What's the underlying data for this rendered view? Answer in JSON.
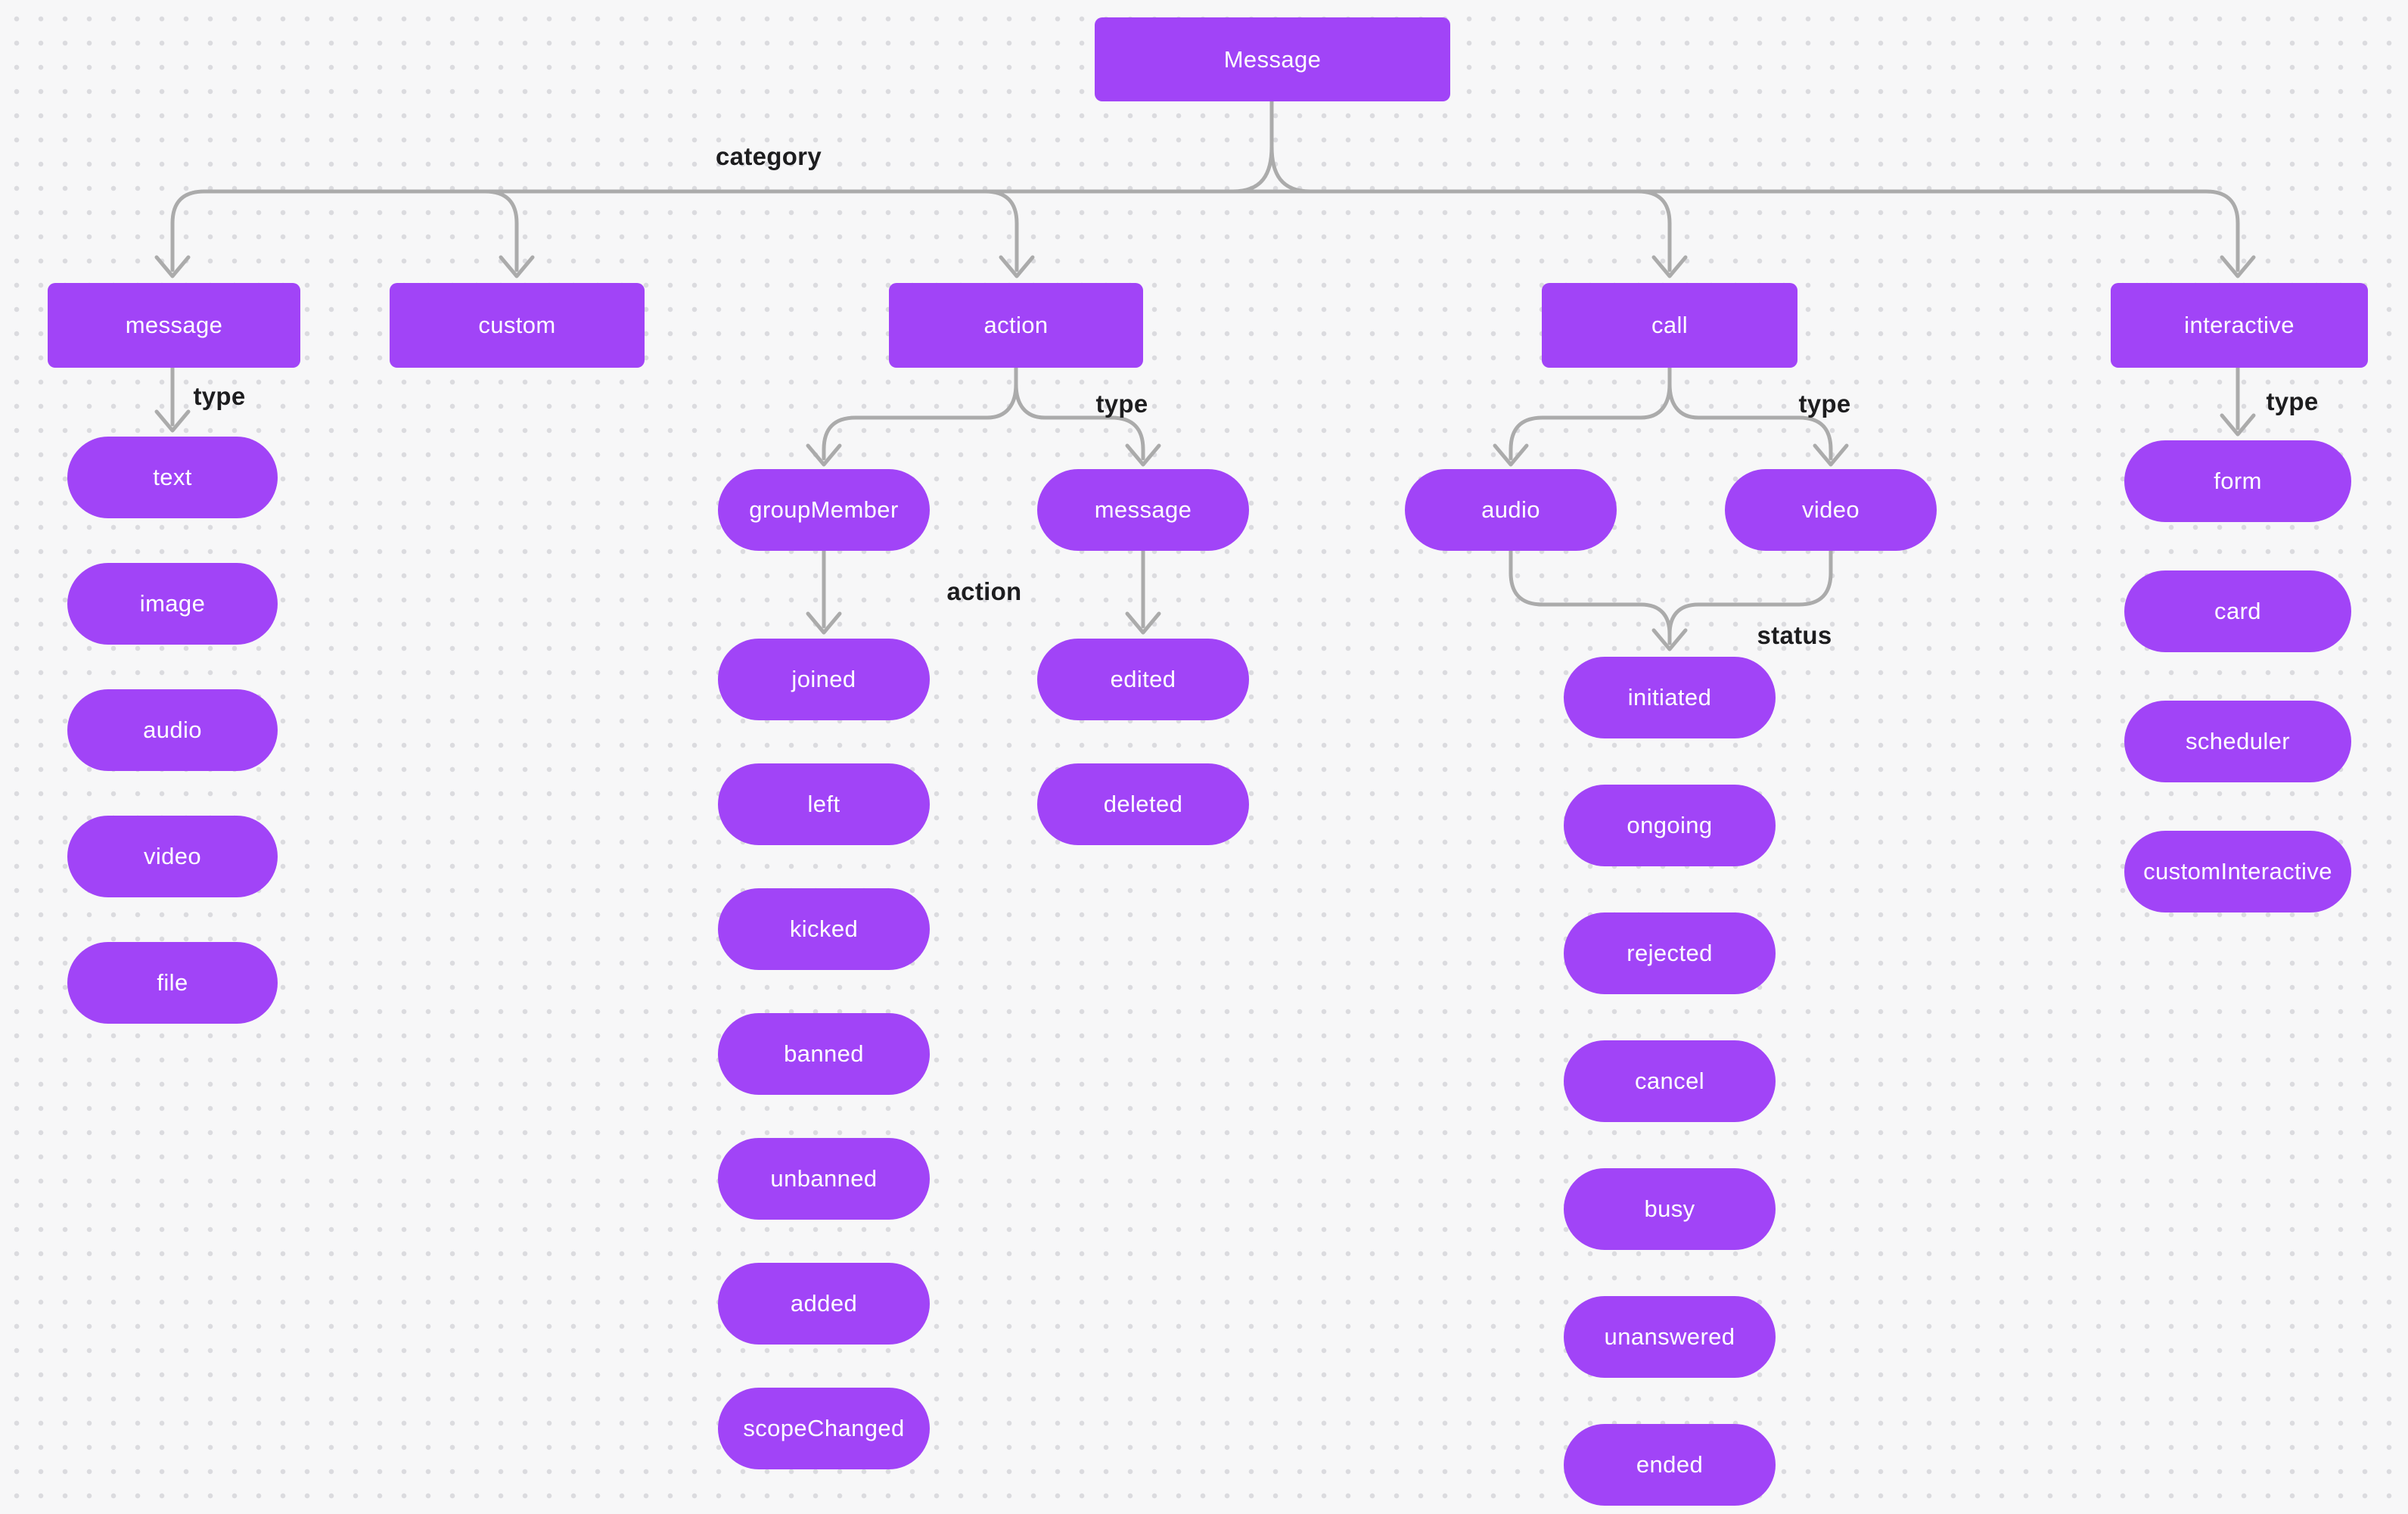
{
  "diagram": {
    "root": {
      "label": "Message"
    },
    "edge_labels": {
      "category": "category",
      "message_type": "type",
      "action_type": "type",
      "call_type": "type",
      "interactive_type": "type",
      "group_member_action": "action",
      "call_status": "status"
    },
    "categories": [
      {
        "label": "message"
      },
      {
        "label": "custom"
      },
      {
        "label": "action"
      },
      {
        "label": "call"
      },
      {
        "label": "interactive"
      }
    ],
    "message_types": [
      {
        "label": "text"
      },
      {
        "label": "image"
      },
      {
        "label": "audio"
      },
      {
        "label": "video"
      },
      {
        "label": "file"
      }
    ],
    "action_types": [
      {
        "label": "groupMember"
      },
      {
        "label": "message"
      }
    ],
    "group_member_actions": [
      {
        "label": "joined"
      },
      {
        "label": "left"
      },
      {
        "label": "kicked"
      },
      {
        "label": "banned"
      },
      {
        "label": "unbanned"
      },
      {
        "label": "added"
      },
      {
        "label": "scopeChanged"
      }
    ],
    "message_actions": [
      {
        "label": "edited"
      },
      {
        "label": "deleted"
      }
    ],
    "call_types": [
      {
        "label": "audio"
      },
      {
        "label": "video"
      }
    ],
    "call_statuses": [
      {
        "label": "initiated"
      },
      {
        "label": "ongoing"
      },
      {
        "label": "rejected"
      },
      {
        "label": "cancel"
      },
      {
        "label": "busy"
      },
      {
        "label": "unanswered"
      },
      {
        "label": "ended"
      }
    ],
    "interactive_types": [
      {
        "label": "form"
      },
      {
        "label": "card"
      },
      {
        "label": "scheduler"
      },
      {
        "label": "customInteractive"
      }
    ],
    "colors": {
      "bg": "#F7F7F8",
      "dot": "#DBDBDF",
      "node_fill": "#A144F7",
      "node_text": "#FFFFFF",
      "connector": "#ABABAB",
      "label_text": "#1D1D1F"
    }
  }
}
